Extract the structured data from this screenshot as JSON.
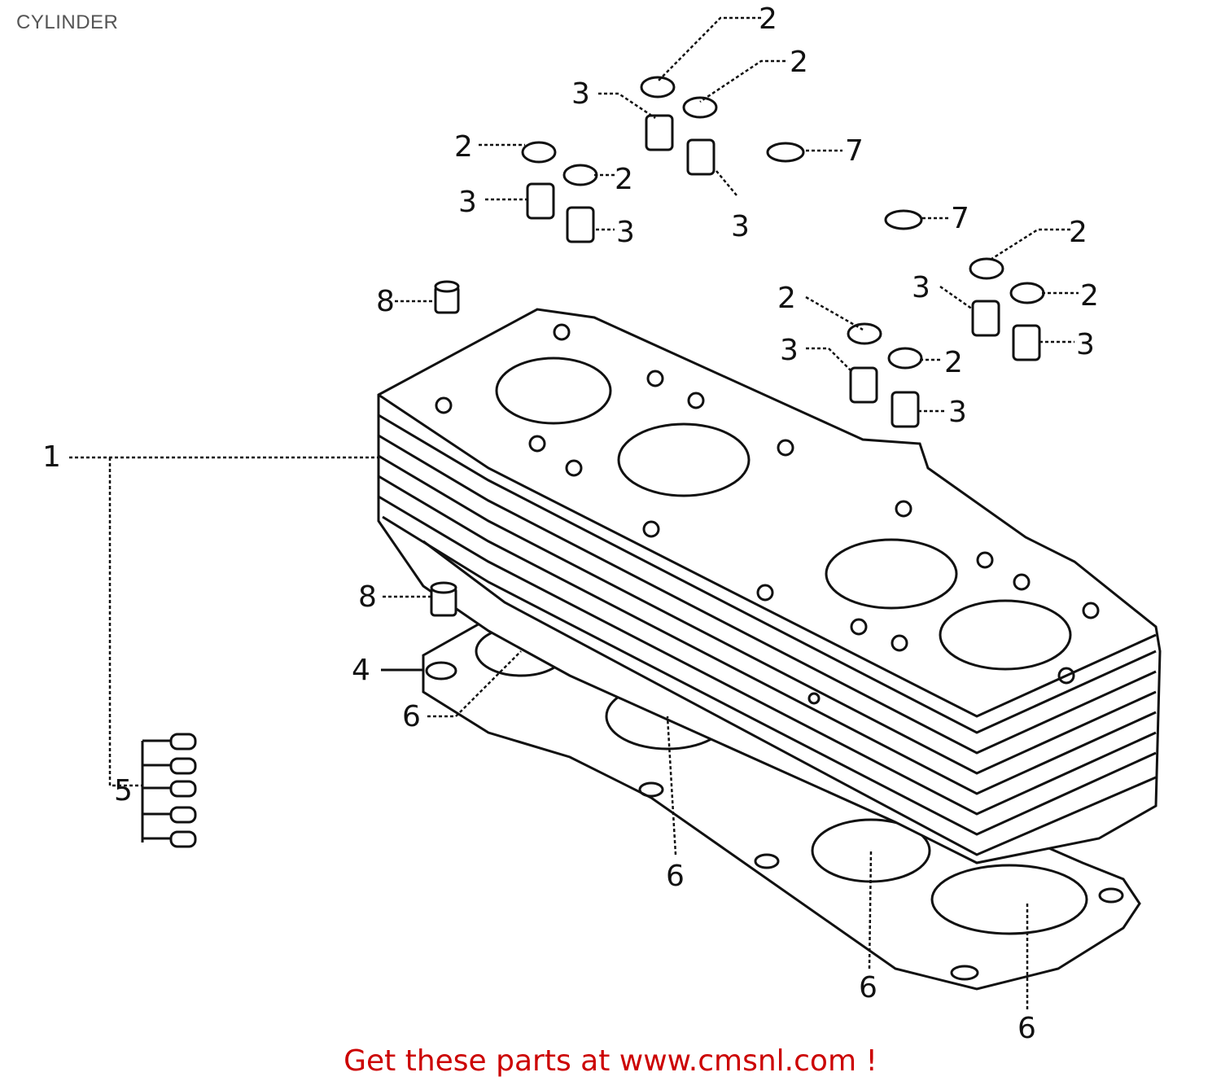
{
  "title": "CYLINDER",
  "footer": "Get these parts at www.cmsnl.com !",
  "colors": {
    "footer": "#cc0000",
    "title": "#555555",
    "lines": "#111111"
  },
  "callouts": {
    "c1": "1",
    "c2": "2",
    "c3": "3",
    "c4": "4",
    "c5": "5",
    "c6": "6",
    "c7": "7",
    "c8": "8"
  }
}
